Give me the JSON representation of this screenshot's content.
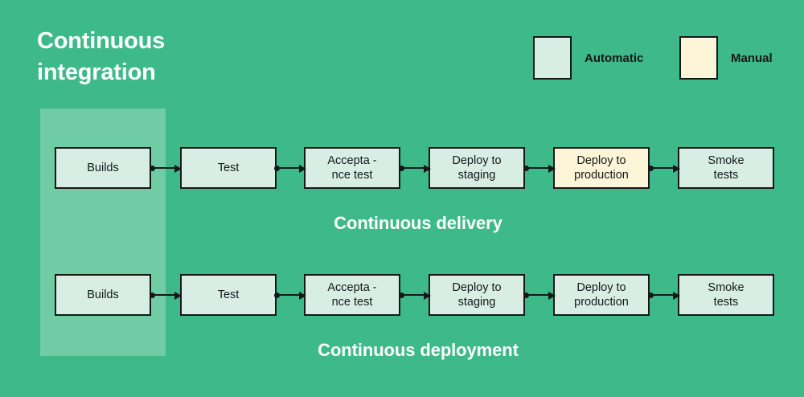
{
  "diagram": {
    "background_color": "#3DB98A",
    "band_color": "#6FCCA5",
    "automatic_color": "#D8EEE5",
    "manual_color": "#FDF5D8",
    "stroke_color": "#14181A",
    "title_color": "#FFFFFF"
  },
  "ci": {
    "title": "Continuous\nintegration"
  },
  "legend": {
    "items": [
      {
        "label": "Automatic",
        "type": "automatic",
        "color": "#D8EEE5"
      },
      {
        "label": "Manual",
        "type": "manual",
        "color": "#FDF5D8"
      }
    ]
  },
  "rows": [
    {
      "id": "continuous-delivery",
      "title": "Continuous delivery",
      "nodes": [
        {
          "label": "Builds",
          "type": "automatic"
        },
        {
          "label": "Test",
          "type": "automatic"
        },
        {
          "label": "Accepta -\nnce test",
          "type": "automatic"
        },
        {
          "label": "Deploy to\nstaging",
          "type": "automatic"
        },
        {
          "label": "Deploy to\nproduction",
          "type": "manual"
        },
        {
          "label": "Smoke\ntests",
          "type": "automatic"
        }
      ]
    },
    {
      "id": "continuous-deployment",
      "title": "Continuous deployment",
      "nodes": [
        {
          "label": "Builds",
          "type": "automatic"
        },
        {
          "label": "Test",
          "type": "automatic"
        },
        {
          "label": "Accepta -\nnce test",
          "type": "automatic"
        },
        {
          "label": "Deploy to\nstaging",
          "type": "automatic"
        },
        {
          "label": "Deploy to\nproduction",
          "type": "automatic"
        },
        {
          "label": "Smoke\ntests",
          "type": "automatic"
        }
      ]
    }
  ]
}
